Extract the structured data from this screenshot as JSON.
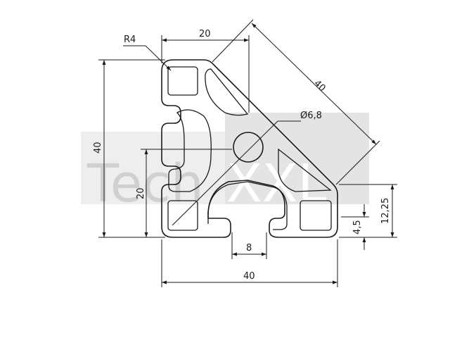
{
  "watermark": {
    "text_left": "Tech",
    "text_right": "XXL",
    "color": "#d0d0d0"
  },
  "dimensions": {
    "radius": "R4",
    "top_width": "20",
    "diagonal": "40",
    "hole_diameter": "Ø6,8",
    "left_height": "40",
    "inner_height": "20",
    "right_height": "12,25",
    "small_height": "4,5",
    "slot_width": "8",
    "bottom_width": "40"
  },
  "colors": {
    "line": "#1a1a1a",
    "background": "#ffffff"
  }
}
